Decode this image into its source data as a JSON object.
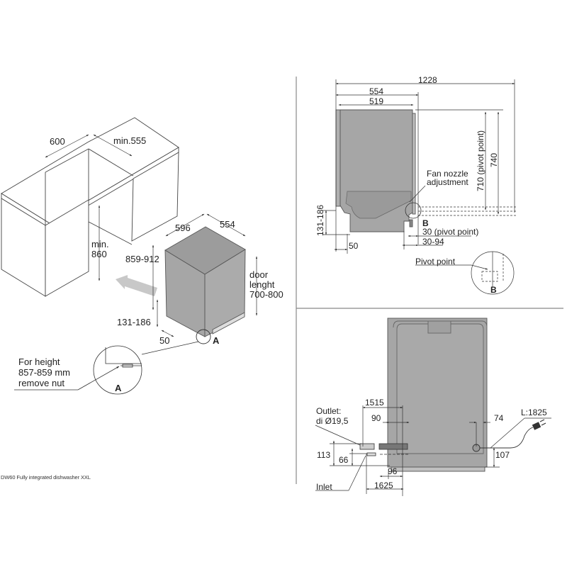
{
  "caption": "DW60 Fully integrated dishwasher XXL",
  "colors": {
    "appliance_fill": "#a6a6a6",
    "appliance_stroke": "#555555",
    "line": "#444444",
    "divider": "#888888",
    "arrow_fill": "#c8c8c8"
  },
  "isometric_view": {
    "cabinet": {
      "niche_width": "600",
      "niche_depth": "min.555",
      "niche_height_line1": "min.",
      "niche_height_line2": "860",
      "insert_arrow": "arrow-insert-icon"
    },
    "dishwasher": {
      "width": "596",
      "depth": "554",
      "height": "859-912",
      "door_length_line1": "door",
      "door_length_line2": "lenght",
      "door_length_line3": "700-800",
      "plinth_height": "131-186",
      "plinth_setback": "50",
      "detail_marker": "A"
    },
    "detail_a": {
      "note_line1": "For height",
      "note_line2": "857-859 mm",
      "note_line3": "remove nut",
      "marker": "A"
    }
  },
  "side_view": {
    "total_depth_open": "1228",
    "depth": "554",
    "inner_depth": "519",
    "pivot_height": "710 (pivot point)",
    "door_height": "740",
    "fan_nozzle_line1": "Fan nozzle",
    "fan_nozzle_line2": "adjustment",
    "detail_marker": "B",
    "plinth_height": "131-186",
    "plinth_setback": "50",
    "pivot_offset": "30 (pivot point)",
    "door_offset": "30-94",
    "detail_b": {
      "label": "Pivot point",
      "marker": "B"
    }
  },
  "front_view": {
    "outlet_line1": "Outlet:",
    "outlet_line2": "di Ø19,5",
    "outlet_hose_length": "1515",
    "outlet_offset": "90",
    "right_offset": "74",
    "power_cable": "L:1825",
    "outlet_height": "113",
    "inlet_height": "66",
    "cable_height": "107",
    "inlet_offset": "96",
    "inlet_hose_length": "1625",
    "inlet_label": "Inlet",
    "plug_icon": "power-plug-icon"
  }
}
